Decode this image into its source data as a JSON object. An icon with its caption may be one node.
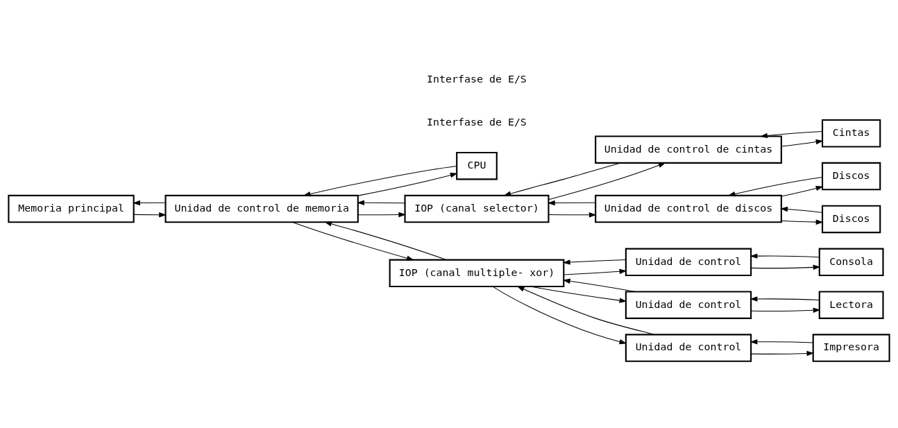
{
  "diagram": {
    "nodes": [
      {
        "text": [
          "Memoria principal"
        ]
      },
      {
        "text": [
          "Unidad de control de memoria"
        ]
      },
      {
        "text": [
          "CPU"
        ]
      },
      {
        "text": [
          "IOP (canal selector)"
        ]
      },
      {
        "text": [
          "IOP (canal multiple- xor)"
        ]
      },
      {
        "text": [
          "Cintas"
        ]
      },
      {
        "text": [
          "Unidad de control de cintas"
        ]
      },
      {
        "text": [
          "Discos"
        ]
      },
      {
        "text": [
          "Discos"
        ]
      },
      {
        "text": [
          "Unidad de control de discos"
        ]
      },
      {
        "text": [
          "Unidad de control"
        ]
      },
      {
        "text": [
          "Consola"
        ]
      },
      {
        "text": [
          "Unidad de control"
        ]
      },
      {
        "text": [
          "Lectora"
        ]
      },
      {
        "text": [
          "Unidad de control"
        ]
      },
      {
        "text": [
          "Impresora"
        ]
      }
    ],
    "edges": [
      {
        "from": 1,
        "to": 0,
        "arrow": "to"
      },
      {
        "from": 0,
        "to": 1,
        "arrow": "to"
      },
      {
        "from": 1,
        "to": 2,
        "arrow": "to"
      },
      {
        "from": 2,
        "to": 1,
        "arrow": "to"
      },
      {
        "from": 1,
        "to": 3,
        "arrow": "to"
      },
      {
        "from": 3,
        "to": 1,
        "arrow": "to"
      },
      {
        "from": 4,
        "to": 1,
        "arrow": "to"
      },
      {
        "from": 1,
        "to": 4,
        "arrow": "to"
      },
      {
        "from": 3,
        "to": 6,
        "arrow": "to"
      },
      {
        "from": 3,
        "to": 9,
        "arrow": "to"
      },
      {
        "from": 6,
        "to": 3,
        "arrow": "to"
      },
      {
        "from": 9,
        "to": 3,
        "arrow": "to"
      },
      {
        "from": 6,
        "to": 5,
        "arrow": "to"
      },
      {
        "from": 5,
        "to": 6,
        "arrow": "to"
      },
      {
        "from": 9,
        "to": 7,
        "arrow": "to"
      },
      {
        "from": 7,
        "to": 9,
        "arrow": "to"
      },
      {
        "from": 9,
        "to": 8,
        "arrow": "to"
      },
      {
        "from": 8,
        "to": 9,
        "arrow": "to"
      },
      {
        "from": 4,
        "to": 10,
        "arrow": "to"
      },
      {
        "from": 4,
        "to": 12,
        "arrow": "to"
      },
      {
        "from": 4,
        "to": 14,
        "arrow": "to"
      },
      {
        "from": 10,
        "to": 4,
        "arrow": "to"
      },
      {
        "from": 12,
        "to": 4,
        "arrow": "to"
      },
      {
        "from": 14,
        "to": 4,
        "arrow": "to"
      },
      {
        "from": 10,
        "to": 11,
        "arrow": "to"
      },
      {
        "from": 11,
        "to": 10,
        "arrow": "to"
      },
      {
        "from": 12,
        "to": 13,
        "arrow": "to"
      },
      {
        "from": 13,
        "to": 12,
        "arrow": "to"
      },
      {
        "from": 14,
        "to": 15,
        "arrow": "to"
      },
      {
        "from": 15,
        "to": 14,
        "arrow": "to"
      }
    ],
    "labels": [
      "Interfase de E/S",
      "Interfase de E/S"
    ]
  }
}
